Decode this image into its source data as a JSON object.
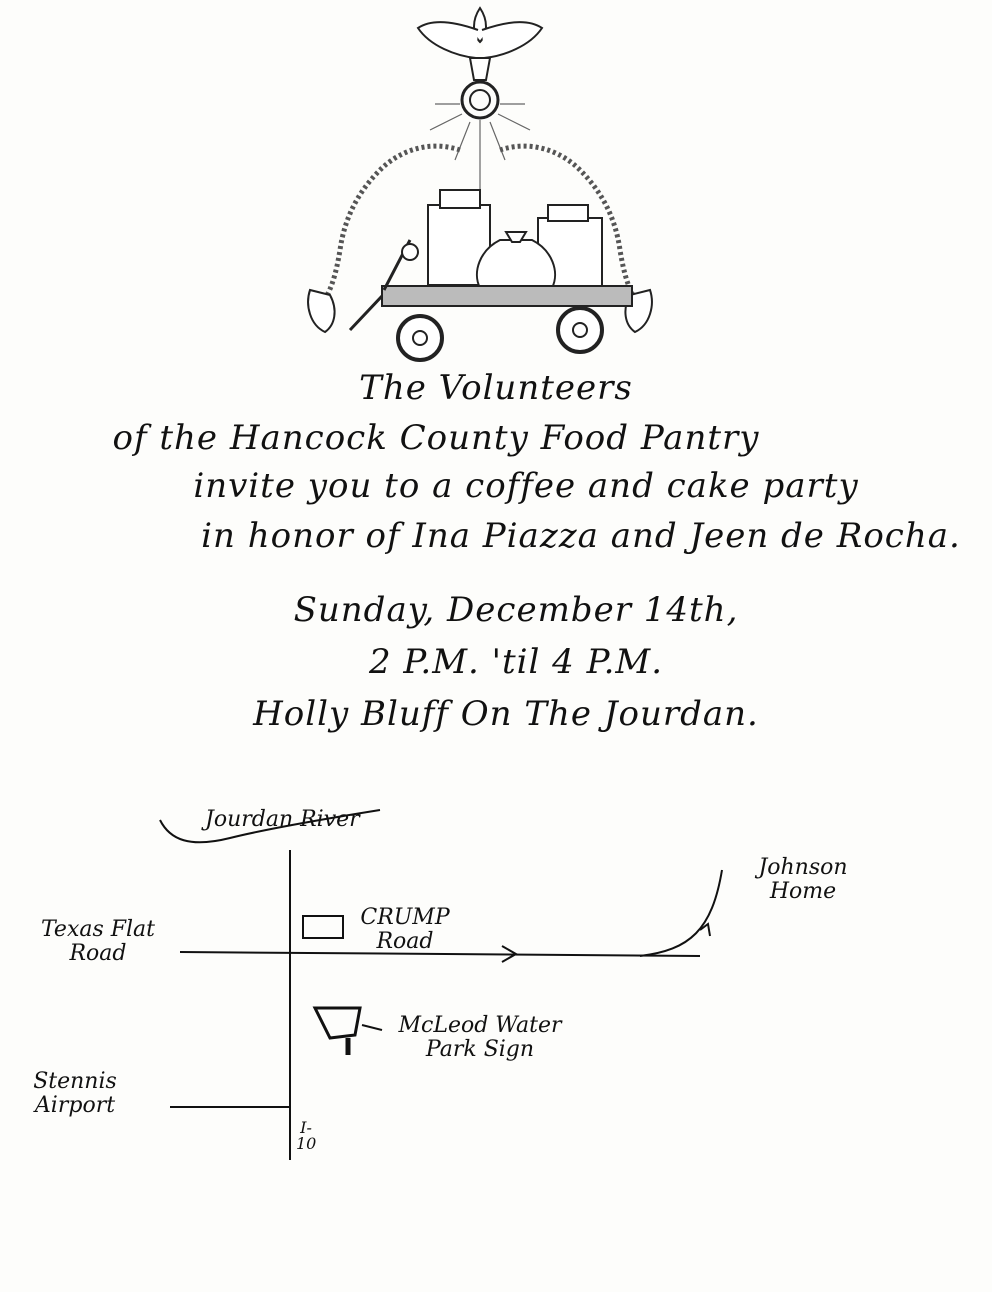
{
  "invitation": {
    "line1": "The Volunteers",
    "line2": "of the Hancock County Food Pantry",
    "line3": "invite you to a coffee and cake party",
    "line4": "in honor of Ina Piazza and Jeen de Rocha.",
    "line5": "Sunday, December 14th,",
    "line6": "2 P.M. 'til 4 P.M.",
    "line7": "Holly Bluff On The Jourdan."
  },
  "map": {
    "river": "Jourdan River",
    "texas_flat": "Texas Flat Road",
    "crump": "CRUMP Road",
    "johnson": "Johnson Home",
    "mcleod": "McLeod Water Park Sign",
    "stennis": "Stennis Airport",
    "interstate": "I-10"
  }
}
